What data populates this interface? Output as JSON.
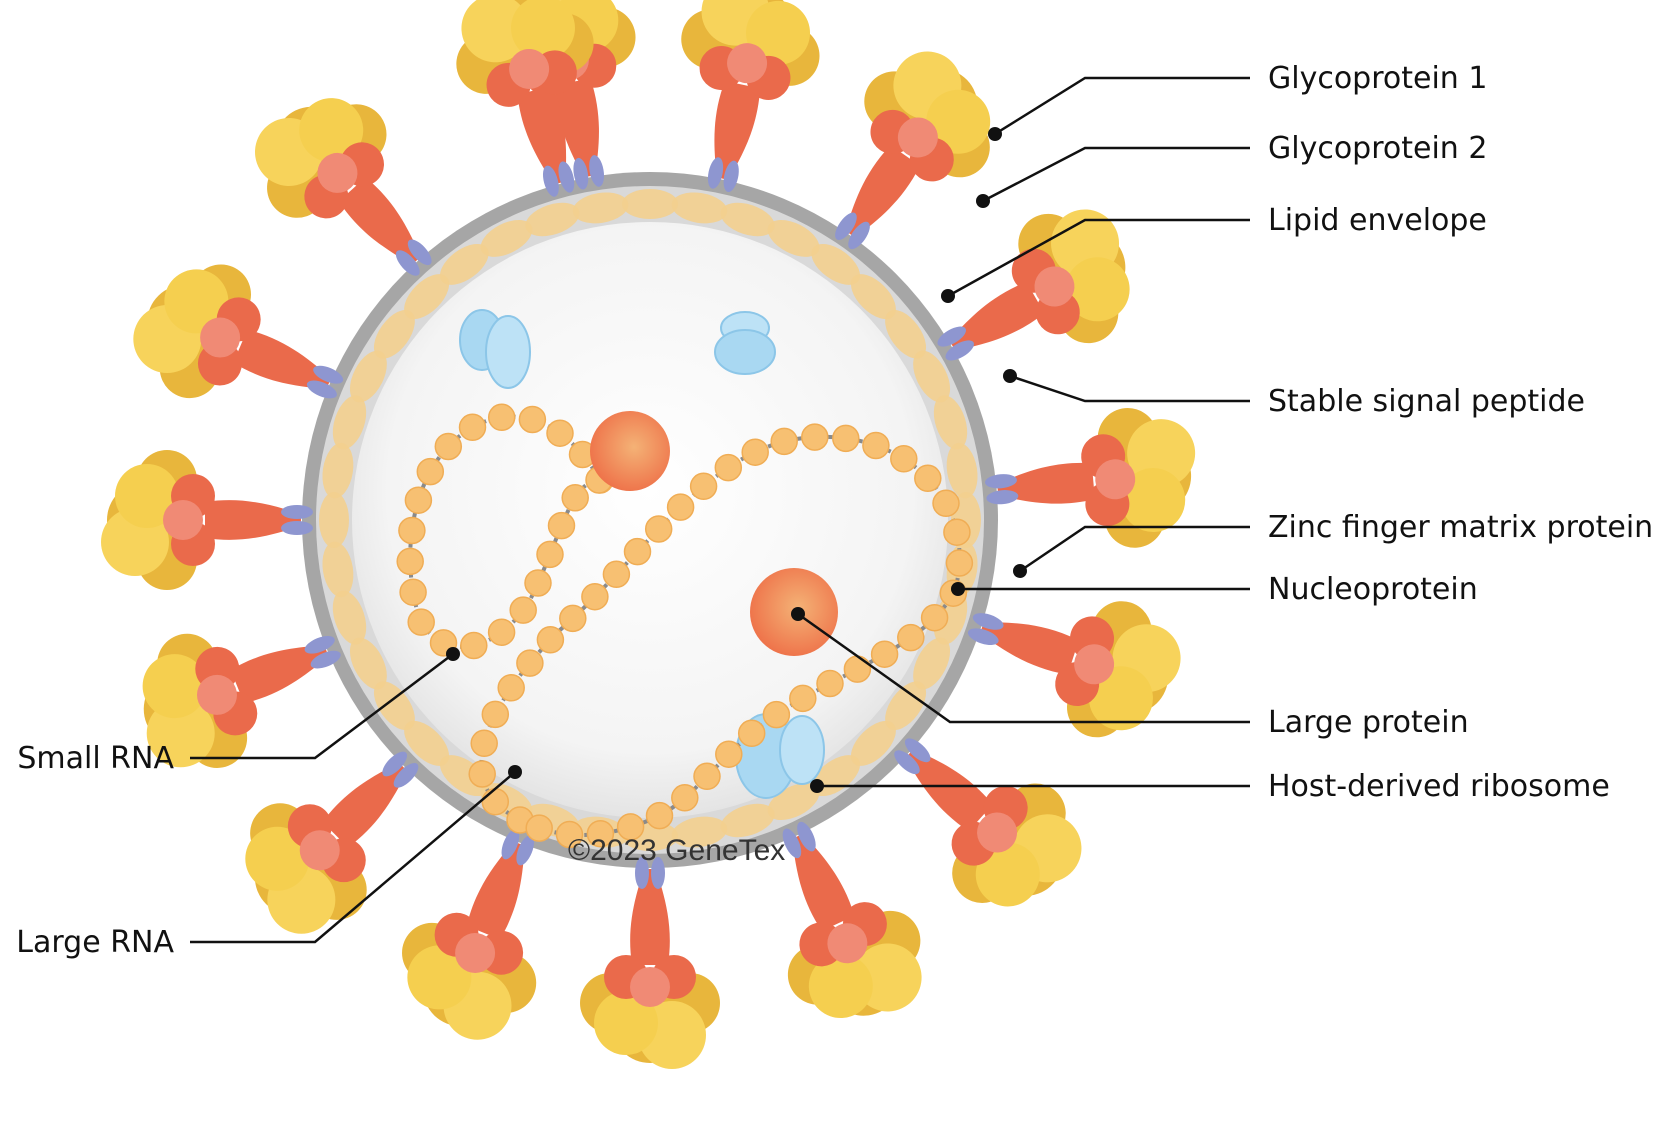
{
  "labels": {
    "glycoprotein_1": "Glycoprotein 1",
    "glycoprotein_2": "Glycoprotein 2",
    "lipid_envelope": "Lipid envelope",
    "stable_signal_peptide": "Stable signal peptide",
    "zinc_finger_matrix_protein": "Zinc finger matrix protein",
    "nucleoprotein": "Nucleoprotein",
    "large_protein": "Large protein",
    "host_derived_ribosome": "Host-derived ribosome",
    "small_rna": "Small RNA",
    "large_rna": "Large RNA"
  },
  "copyright": "©2023 GeneTex",
  "colors": {
    "background": "#ffffff",
    "envelope": "#a6a6a6",
    "matrix": "#f3cf8e",
    "glycoprotein_1": "#f2c94c",
    "glycoprotein_2": "#ea6a4b",
    "signal_peptide": "#8e96d0",
    "nucleoprotein": "#f7c072",
    "rna_backbone": "#8a8a8a",
    "large_protein": "#f08a55",
    "ribosome": "#a9d8f2",
    "leader_line": "#111111"
  }
}
